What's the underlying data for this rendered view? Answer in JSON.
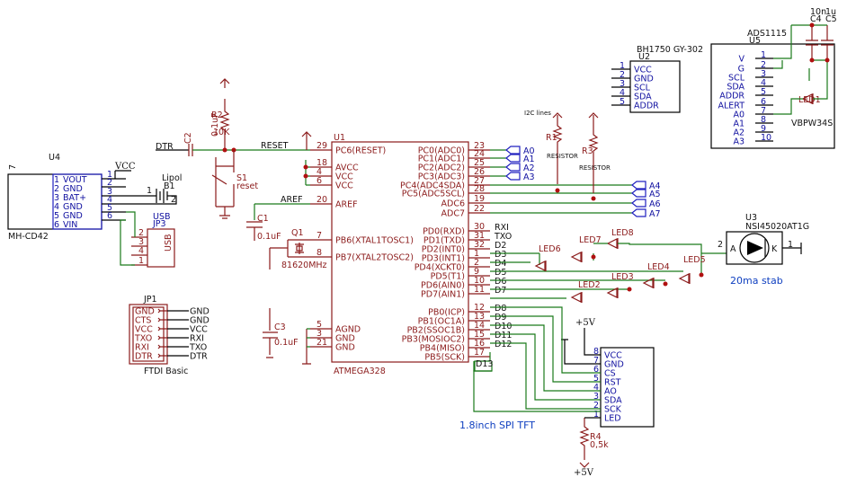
{
  "modules": {
    "mh_cd42": {
      "ref": "U4",
      "name": "MH-CD42",
      "pins": [
        "1",
        "2",
        "3",
        "4",
        "5",
        "6"
      ],
      "pin_names": [
        "VOUT",
        "GND",
        "BAT+",
        "GND",
        "GND",
        "VIN"
      ]
    },
    "usb": {
      "ref": "JP3",
      "name": "USB",
      "pins": [
        "2",
        "3",
        "4",
        "1"
      ],
      "label": "USB"
    },
    "battery": {
      "ref": "B1",
      "name": "Lipol",
      "p1": "1",
      "p2": "2"
    },
    "atmega": {
      "ref": "U1",
      "name": "ATMEGA328",
      "left_pins": [
        {
          "num": "29",
          "name": "PC6(RESET)"
        },
        {
          "num": "18",
          "name": "AVCC"
        },
        {
          "num": "4",
          "name": "VCC"
        },
        {
          "num": "6",
          "name": "VCC"
        },
        {
          "num": "20",
          "name": "AREF"
        },
        {
          "num": "7",
          "name": "PB6(XTAL1TOSC1)"
        },
        {
          "num": "8",
          "name": "PB7(XTAL2TOSC2)"
        },
        {
          "num": "5",
          "name": "AGND"
        },
        {
          "num": "3",
          "name": "GND"
        },
        {
          "num": "21",
          "name": "GND"
        }
      ],
      "right_pins": [
        {
          "num": "23",
          "name": "PC0(ADC0)"
        },
        {
          "num": "24",
          "name": "PC1(ADC1)"
        },
        {
          "num": "25",
          "name": "PC2(ADC2)"
        },
        {
          "num": "26",
          "name": "PC3(ADC3)"
        },
        {
          "num": "27",
          "name": "PC4(ADC4SDA)"
        },
        {
          "num": "28",
          "name": "PC5(ADC5SCL)"
        },
        {
          "num": "19",
          "name": "ADC6"
        },
        {
          "num": "22",
          "name": "ADC7"
        },
        {
          "num": "30",
          "name": "PD0(RXD)"
        },
        {
          "num": "31",
          "name": "PD1(TXD)"
        },
        {
          "num": "32",
          "name": "PD2(INT0)"
        },
        {
          "num": "1",
          "name": "PD3(INT1)"
        },
        {
          "num": "2",
          "name": "PD4(XCKT0)"
        },
        {
          "num": "9",
          "name": "PD5(T1)"
        },
        {
          "num": "10",
          "name": "PD6(AIN0)"
        },
        {
          "num": "11",
          "name": "PD7(AIN1)"
        },
        {
          "num": "12",
          "name": "PB0(ICP)"
        },
        {
          "num": "13",
          "name": "PB1(OC1A)"
        },
        {
          "num": "14",
          "name": "PB2(SSOC1B)"
        },
        {
          "num": "15",
          "name": "PB3(MOSIOC2)"
        },
        {
          "num": "16",
          "name": "PB4(MISO)"
        },
        {
          "num": "17",
          "name": "PB5(SCK)"
        }
      ],
      "net_labels": [
        "RXI",
        "TXO",
        "D2",
        "D3",
        "D4",
        "D5",
        "D6",
        "D7",
        "D8",
        "D9",
        "D10",
        "D11",
        "D12",
        "D13"
      ]
    },
    "bh1750": {
      "ref": "U2",
      "name": "BH1750 GY-302",
      "pins": [
        "1",
        "2",
        "3",
        "4",
        "5"
      ],
      "pin_names": [
        "VCC",
        "GND",
        "SCL",
        "SDA",
        "ADDR"
      ]
    },
    "ads1115": {
      "ref": "U5",
      "name": "ADS1115",
      "pins": [
        "1",
        "2",
        "3",
        "4",
        "5",
        "6",
        "7",
        "8",
        "9",
        "10"
      ],
      "pin_names": [
        "V",
        "G",
        "SCL",
        "SDA",
        "ADDR",
        "ALERT",
        "A0",
        "A1",
        "A2",
        "A3"
      ]
    },
    "ftdi": {
      "ref": "JP1",
      "name": "FTDI Basic",
      "pins": [
        "GND",
        "CTS",
        "VCC",
        "TXO",
        "RXI",
        "DTR"
      ],
      "nets": [
        "GND",
        "GND",
        "VCC",
        "RXI",
        "TXO",
        "DTR"
      ]
    },
    "tft": {
      "pins": [
        "8",
        "7",
        "6",
        "5",
        "4",
        "3",
        "2",
        "1"
      ],
      "pin_names": [
        "VCC",
        "GND",
        "CS",
        "RST",
        "AO",
        "SDA",
        "SCK",
        "LED"
      ],
      "title": "1.8inch SPI TFT"
    },
    "regulator": {
      "ref": "U3",
      "name": "NSI45020AT1G",
      "pin_a": "2",
      "pin_k": "1",
      "a": "A",
      "k": "K",
      "title": "20ma stab"
    }
  },
  "passives": {
    "r2": {
      "ref": "R2",
      "val": "10K"
    },
    "c2": {
      "ref": "C2",
      "val": "0.1uF"
    },
    "s1": {
      "ref": "S1",
      "val": "reset"
    },
    "c1": {
      "ref": "C1",
      "val": "0.1uF"
    },
    "q1": {
      "ref": "Q1",
      "val": "81620MHz"
    },
    "c3": {
      "ref": "C3",
      "val": "0.1uF"
    },
    "r1": {
      "ref": "R1",
      "val": "RESISTOR"
    },
    "r3": {
      "ref": "R3",
      "val": "RESISTOR"
    },
    "r4": {
      "ref": "R4",
      "val": "0,5k"
    },
    "c4": {
      "ref": "C4",
      "val": "10n"
    },
    "c5": {
      "ref": "C5",
      "val": "1u"
    },
    "led1": {
      "ref": "LED1",
      "val": "VBPW34S"
    }
  },
  "nets": {
    "vcc": "VCC",
    "dtr": "DTR",
    "reset": "RESET",
    "aref": "AREF",
    "i2c": "I2C lines",
    "plus5v_top": "+5V",
    "plus5v_bottom": "+5V",
    "analog": [
      "A0",
      "A1",
      "A2",
      "A3",
      "A4",
      "A5",
      "A6",
      "A7"
    ]
  },
  "leds": [
    "LED6",
    "LED7",
    "LED8",
    "LED2",
    "LED3",
    "LED4",
    "LED5"
  ],
  "misc": {
    "seven": "7"
  }
}
